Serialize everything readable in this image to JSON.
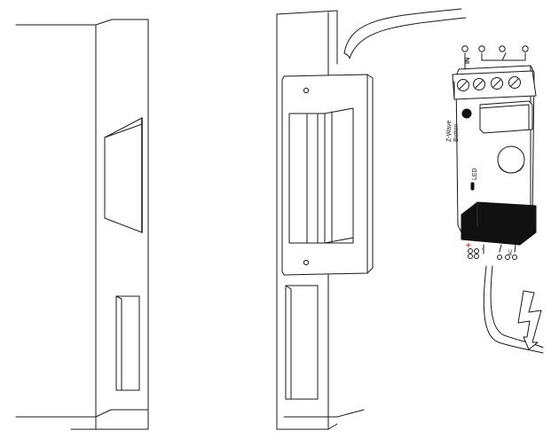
{
  "labels": {
    "terminal_in": "IN",
    "zwave_line1": "Z-Wave",
    "zwave_line2": "Button",
    "led": "LED",
    "plus": "+",
    "minus": "-",
    "ac": "AC"
  },
  "colors": {
    "line": "#1a1a1a",
    "plus_mark": "#e53935",
    "component": "#111111"
  },
  "icons": {
    "lightning": "lightning-icon"
  }
}
